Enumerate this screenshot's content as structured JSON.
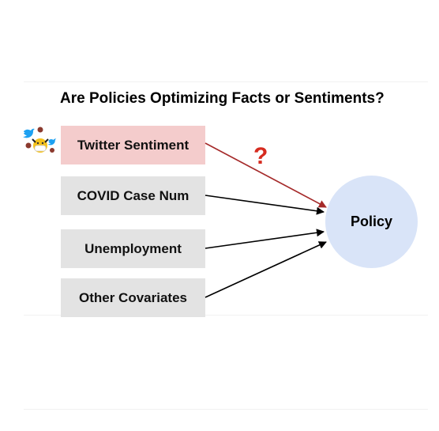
{
  "title": "Are Policies Optimizing Facts or Sentiments?",
  "inputs": [
    {
      "label": "Twitter Sentiment",
      "highlight": true
    },
    {
      "label": "COVID Case Num",
      "highlight": false
    },
    {
      "label": "Unemployment",
      "highlight": false
    },
    {
      "label": "Other Covariates",
      "highlight": false
    }
  ],
  "target": "Policy",
  "question_mark": "?",
  "colors": {
    "highlight_box": "#f4cccc",
    "gray_box": "#e3e3e3",
    "target_circle": "#d9e4f8",
    "question_arrow": "#a52a2a",
    "question_mark": "#d62b1f"
  },
  "icons": [
    "twitter-bird-icon",
    "virus-icon",
    "emoji-face-icon"
  ]
}
